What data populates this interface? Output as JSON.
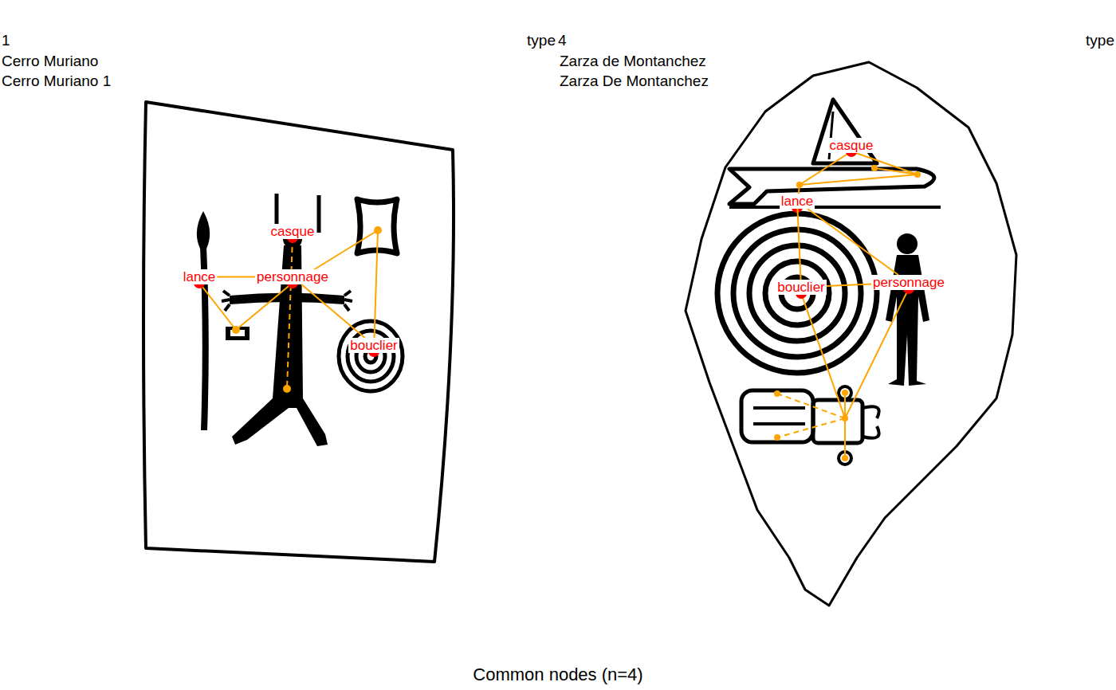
{
  "diagram": {
    "caption": "Common nodes (n=4)",
    "nodes": [
      {
        "text": [
          "casque"
        ]
      },
      {
        "text": [
          "lance"
        ]
      },
      {
        "text": [
          "personnage"
        ]
      },
      {
        "text": [
          "bouclier"
        ]
      },
      {
        "text": [
          "casque"
        ]
      },
      {
        "text": [
          "lance"
        ]
      },
      {
        "text": [
          "bouclier"
        ]
      },
      {
        "text": [
          "personnage"
        ]
      }
    ],
    "edges": [
      {
        "from": 1,
        "to": 2,
        "arrow": "none"
      },
      {
        "from": 2,
        "to": 3,
        "arrow": "none"
      },
      {
        "from": 5,
        "to": 6,
        "arrow": "none"
      },
      {
        "from": 5,
        "to": 7,
        "arrow": "none"
      },
      {
        "from": 6,
        "to": 7,
        "arrow": "none"
      }
    ],
    "labels": [
      "1",
      "type",
      "Cerro Muriano",
      "Cerro Muriano 1",
      "4",
      "type",
      "Zarza de Montanchez",
      "Zarza De Montanchez"
    ]
  }
}
